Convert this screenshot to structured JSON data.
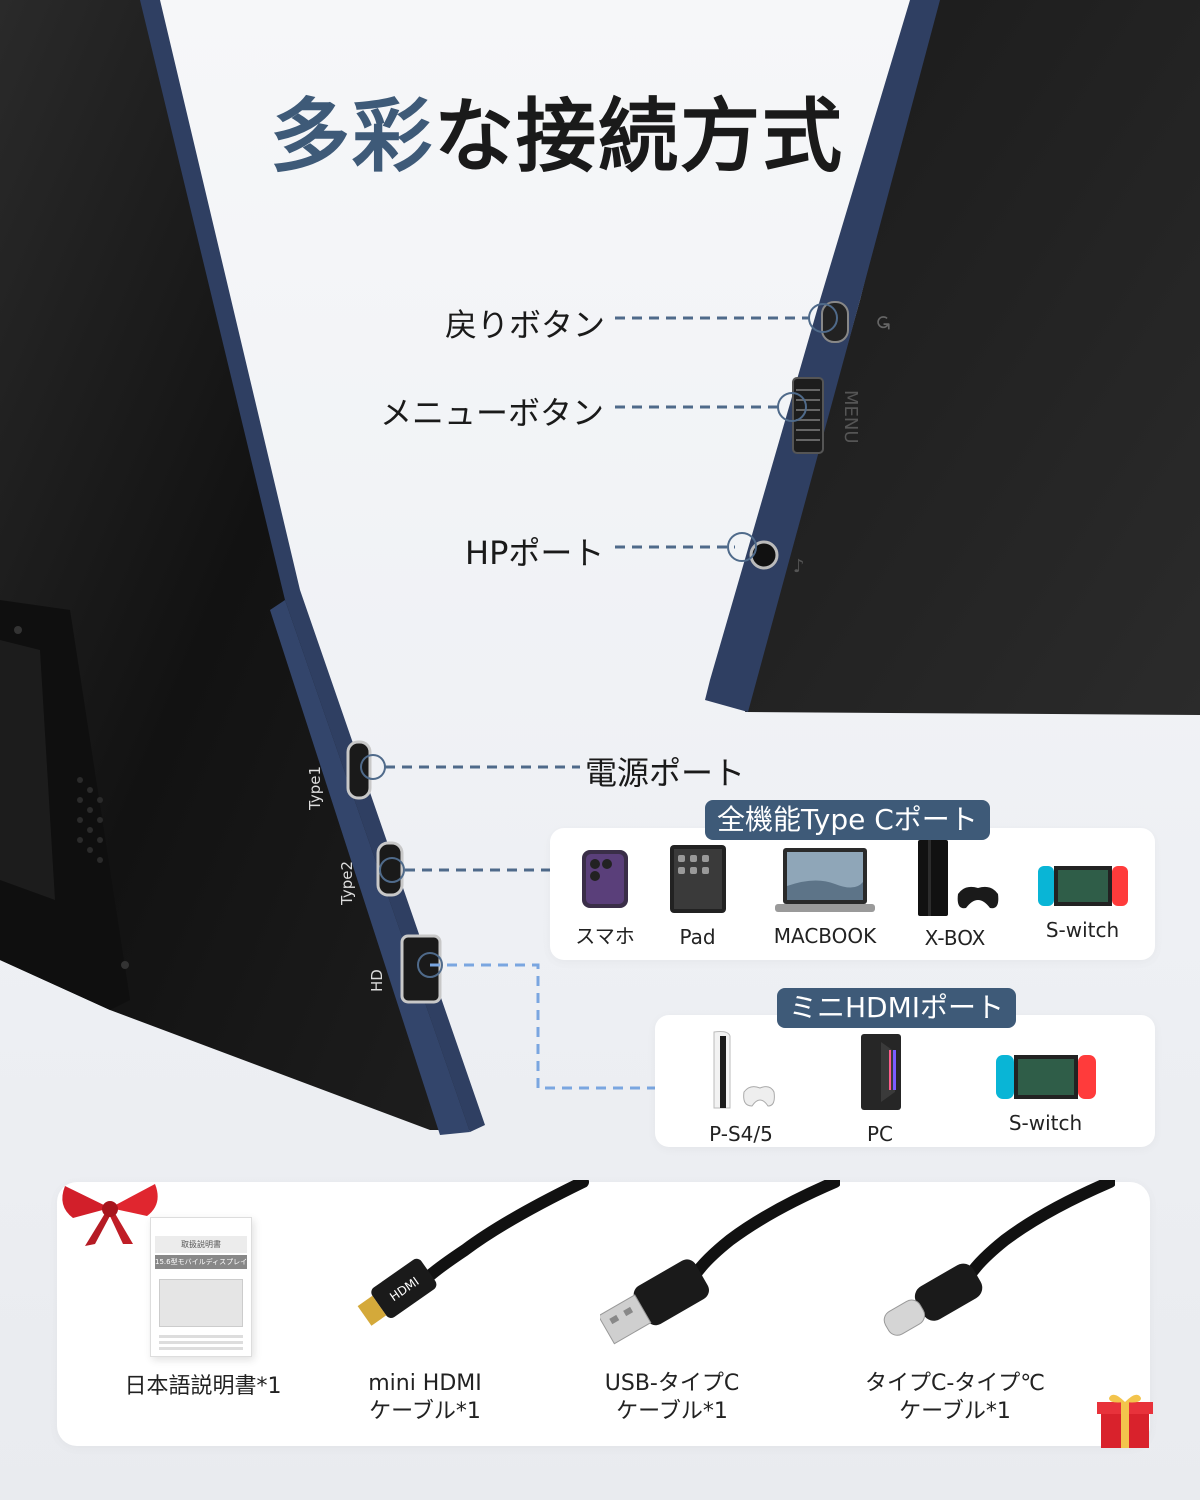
{
  "headline": {
    "accent": "多彩",
    "rest": "な接続方式"
  },
  "callouts": {
    "back_button": "戻りボタン",
    "menu_button": "メニューボタン",
    "hp_port": "HPポート",
    "power_port": "電源ポート"
  },
  "device_print": {
    "menu": "MENU",
    "type1": "Type1",
    "type2": "Type2",
    "hd": "HD"
  },
  "typec_section": {
    "title": "全機能Type Cポート",
    "devices": [
      "スマホ",
      "Pad",
      "MACBOOK",
      "X-BOX",
      "S-witch"
    ]
  },
  "hdmi_section": {
    "title": "ミニHDMIポート",
    "devices": [
      "P-S4/5",
      "PC",
      "S-witch"
    ]
  },
  "accessories": {
    "manual_title": "取扱説明書",
    "manual_subtitle": "15.6型モバイルディスプレイ",
    "hdmi_plug_text": "HDMI",
    "items": [
      {
        "line1": "日本語説明書*1",
        "line2": ""
      },
      {
        "line1": "mini HDMI",
        "line2": "ケーブル*1"
      },
      {
        "line1": "USB-タイプC",
        "line2": "ケーブル*1"
      },
      {
        "line1": "タイプC-タイプ℃",
        "line2": "ケーブル*1"
      }
    ]
  },
  "colors": {
    "accent": "#3e5a78",
    "frame": "#2f3f62",
    "screen": "#151515",
    "dash": "#4f6a8a",
    "hdmi_dash": "#7aa6e0"
  }
}
